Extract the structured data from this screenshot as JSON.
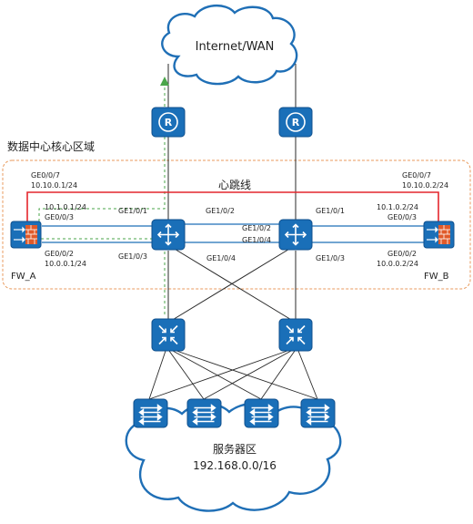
{
  "colors": {
    "device_blue": "#1a6fb8",
    "device_border": "#0f4f8c",
    "link_blue": "#1f6fb6",
    "link_dark": "#2a2a2a",
    "heartbeat_red": "#e4262d",
    "fw_orange": "#e05a2a",
    "dashed_green": "#4aa64a",
    "zone_border": "#e89a5c",
    "cloud_stroke": "#1f6fb6"
  },
  "icons": {
    "router": "router-icon",
    "core_switch": "core-switch-icon",
    "firewall": "firewall-icon",
    "agg_switch": "aggregation-switch-icon",
    "access_switch": "access-switch-icon",
    "cloud": "cloud-icon"
  },
  "cloud_top": {
    "label": "Internet/WAN"
  },
  "cloud_bottom": {
    "title": "服务器区",
    "subnet": "192.168.0.0/16"
  },
  "zone": {
    "label": "数据中心核心区域"
  },
  "heartbeat": {
    "label": "心跳线"
  },
  "fw_a": {
    "name": "FW_A",
    "port_hb": "GE0/0/7",
    "ip_hb": "10.10.0.1/24",
    "ip_up": "10.1.0.1/24",
    "port_up": "GE0/0/3",
    "port_down": "GE0/0/2",
    "ip_down": "10.0.0.1/24"
  },
  "fw_b": {
    "name": "FW_B",
    "port_hb": "GE0/0/7",
    "ip_hb": "10.10.0.2/24",
    "ip_up": "10.1.0.2/24",
    "port_up": "GE0/0/3",
    "port_down": "GE0/0/2",
    "ip_down": "10.0.0.2/24"
  },
  "core_left": {
    "port_fw_up": "GE1/0/1",
    "port_fw_down": "GE1/0/3",
    "port_peer": "GE1/0/2",
    "port_agg": "GE1/0/4"
  },
  "core_right": {
    "port_peer_a": "GE1/0/2",
    "port_peer_b": "GE1/0/4",
    "port_fw_up": "GE1/0/1",
    "port_fw_down": "GE1/0/3"
  }
}
